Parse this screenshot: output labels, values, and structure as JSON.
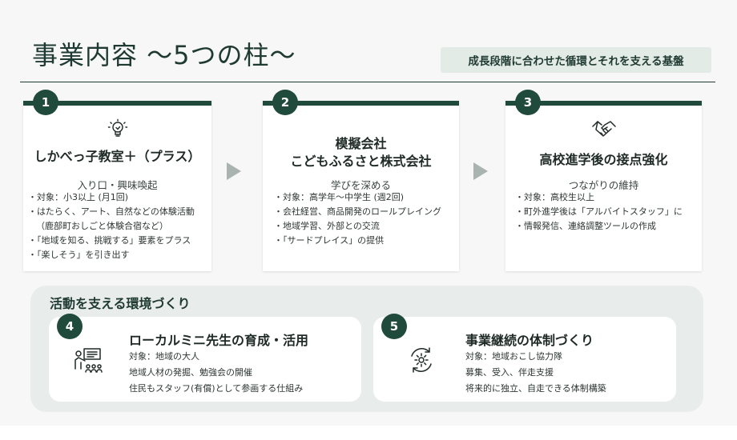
{
  "title": "事業内容 〜5つの柱〜",
  "tagline": "成長段階に合わせた循環とそれを支える基盤",
  "pillars": [
    {
      "number": "1",
      "icon": "lightbulb-icon",
      "title1": "しかべっ子教室＋（プラス）",
      "title2": "",
      "subtitle": "入り口・興味喚起",
      "items": [
        "・対象：小3以上 (月1回)",
        "・はたらく、アート、自然などの体験活動",
        "（鹿部町おしごと体験合宿など）",
        "・「地域を知る、挑戦する」要素をプラス",
        "・「楽しそう」を引き出す"
      ]
    },
    {
      "number": "2",
      "icon": "",
      "title1": "模擬会社",
      "title2": "こどもふるさと株式会社",
      "subtitle": "学びを深める",
      "items": [
        "・対象：高学年〜中学生 (週2回)",
        "・会社経営、商品開発のロールプレイング",
        "・地域学習、外部との交流",
        "・「サードプレイス」の提供"
      ]
    },
    {
      "number": "3",
      "icon": "handshake-icon",
      "title1": "高校進学後の接点強化",
      "title2": "",
      "subtitle": "つながりの維持",
      "items": [
        "・対象：高校生以上",
        "・町外進学後は「アルバイトスタッフ」に",
        "・情報発信、連絡調整ツールの作成"
      ]
    }
  ],
  "environment": {
    "title": "活動を支える環境づくり",
    "cards": [
      {
        "number": "4",
        "icon": "teacher-presentation-icon",
        "title": "ローカルミニ先生の育成・活用",
        "lines": [
          "対象：地域の大人",
          "地域人材の発掘、勉強会の開催",
          "住民もスタッフ(有償)として参画する仕組み"
        ]
      },
      {
        "number": "5",
        "icon": "gear-cycle-icon",
        "title": "事業継続の体制づくり",
        "lines": [
          "対象：地域おこし協力隊",
          "募集、受入、伴走支援",
          "将来的に独立、自走できる体制構築"
        ]
      }
    ]
  },
  "colors": {
    "primary": "#1f4a3c",
    "tag_bg": "#e3ebe7",
    "env_bg": "#e8ecea",
    "arrow": "#a9b3b0"
  }
}
